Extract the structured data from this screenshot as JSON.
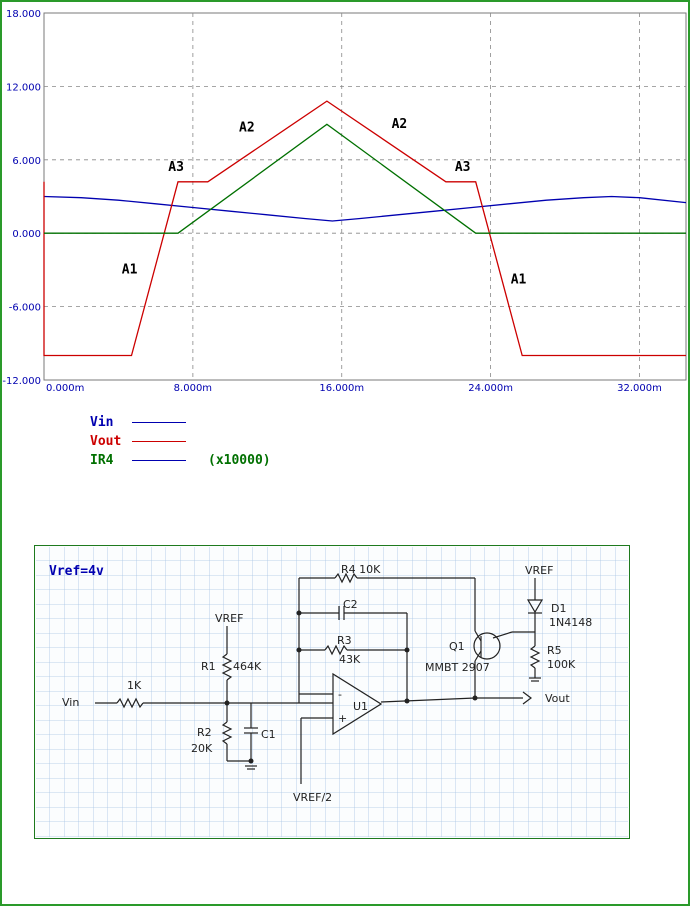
{
  "chart_data": {
    "type": "line",
    "x_tick_labels": [
      "0.000m",
      "8.000m",
      "16.000m",
      "24.000m",
      "32.000m"
    ],
    "y_tick_labels": [
      "18.000",
      "12.000",
      "6.000",
      "0.000",
      "-6.000",
      "-12.000"
    ],
    "xlim": [
      0,
      34.5
    ],
    "ylim": [
      -12,
      18
    ],
    "grid": true,
    "series": [
      {
        "name": "Vin",
        "color": "#0000b0",
        "x": [
          0,
          2,
          4,
          6,
          8,
          10,
          12,
          14,
          15.5,
          17,
          19,
          21,
          23,
          25,
          27,
          29,
          30.5,
          32,
          34.5
        ],
        "y": [
          3.0,
          2.9,
          2.7,
          2.4,
          2.1,
          1.8,
          1.5,
          1.2,
          1.0,
          1.2,
          1.5,
          1.8,
          2.1,
          2.4,
          2.7,
          2.9,
          3.0,
          2.9,
          2.5
        ]
      },
      {
        "name": "Vout",
        "color": "#cc0000",
        "x": [
          0,
          0,
          4.7,
          7.2,
          8.8,
          15.2,
          21.6,
          23.2,
          25.7,
          34.5
        ],
        "y": [
          4.2,
          -10.0,
          -10.0,
          4.2,
          4.2,
          10.8,
          4.2,
          4.2,
          -10.0,
          -10.0
        ]
      },
      {
        "name": "IR4",
        "color": "#007000",
        "x": [
          0,
          7.2,
          15.2,
          23.2,
          34.5
        ],
        "y": [
          0,
          0,
          8.9,
          0,
          0
        ]
      }
    ],
    "annotations": [
      {
        "text": "A1",
        "x": 4.6,
        "y": -3.3
      },
      {
        "text": "A3",
        "x": 7.1,
        "y": 5.1
      },
      {
        "text": "A2",
        "x": 10.9,
        "y": 8.3
      },
      {
        "text": "A2",
        "x": 19.1,
        "y": 8.6
      },
      {
        "text": "A3",
        "x": 22.5,
        "y": 5.1
      },
      {
        "text": "A1",
        "x": 25.5,
        "y": -4.1
      }
    ]
  },
  "legend": {
    "items": [
      {
        "name": "Vin",
        "color": "#0000b0",
        "line_color": "#0000b0"
      },
      {
        "name": "Vout",
        "color": "#cc0000",
        "line_color": "#cc0000"
      },
      {
        "name": "IR4",
        "color": "#007000",
        "line_color": "#0000b0",
        "note": "(x10000)"
      }
    ]
  },
  "schematic": {
    "title": "Vref=4v",
    "labels": {
      "r4": "R4  10K",
      "c2": "C2",
      "r3": "R3",
      "r3_value": "43K",
      "vref_r1": "VREF",
      "r1": "R1",
      "r1_value": "464K",
      "vin": "Vin",
      "r_in": "1K",
      "r2": "R2",
      "r2_value": "20K",
      "c1": "C1",
      "u1": "U1",
      "minus": "-",
      "plus": "+",
      "vref_half": "VREF/2",
      "q1": "Q1",
      "q1_part": "MMBT 2907",
      "vref_top": "VREF",
      "d1": "D1",
      "d1_part": "1N4148",
      "r5": "R5",
      "r5_value": "100K",
      "vout": "Vout"
    }
  }
}
